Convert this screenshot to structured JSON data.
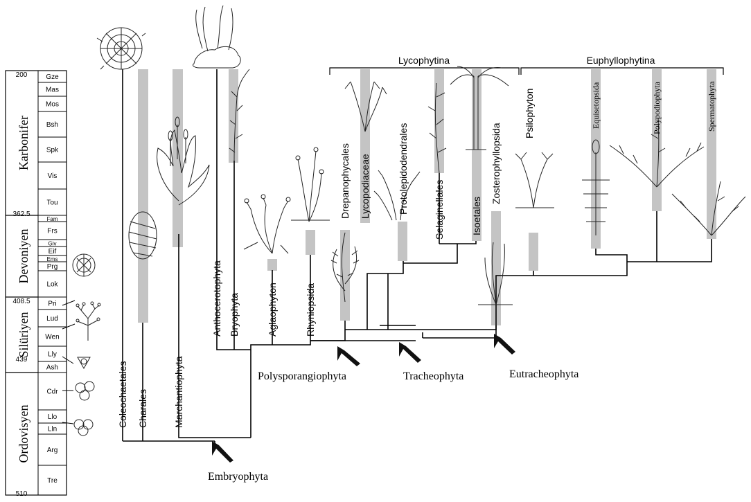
{
  "timescale": {
    "stages": [
      "Gze",
      "Mas",
      "Mos",
      "Bsh",
      "Spk",
      "Vis",
      "Tou",
      "Fam",
      "Frs",
      "Giv",
      "Eif",
      "Ems",
      "Prg",
      "Lok",
      "Pri",
      "Lud",
      "Wen",
      "Lly",
      "Ash",
      "Cdr",
      "Llo",
      "Lln",
      "Arg",
      "Tre"
    ],
    "periods": [
      "Karbonifer",
      "Devoniyen",
      "Silüriyen",
      "Ordovisyen"
    ],
    "ages": [
      "200",
      "362.5",
      "408.5",
      "439",
      "510"
    ]
  },
  "groups": [
    "Lycophytina",
    "Euphyllophytina"
  ],
  "taxa_sans": [
    "Coleochaetales",
    "Charales",
    "Marchantiophyta",
    "Anthocerotophyta",
    "Bryophyta",
    "Aglaophyton",
    "Rhyniopsida",
    "Drepanophycales",
    "Lycopodiaceae",
    "Protolepidodendrales",
    "Selaginellales",
    "Isoetales",
    "Zosterophyllopsida",
    "Psilophyton"
  ],
  "taxa_serif": [
    "Equisetopsida",
    "Polypodiophyta",
    "Spermatophyta"
  ],
  "clades": [
    "Embryophyta",
    "Polysporangiophyta",
    "Tracheophyta",
    "Eutracheophyta"
  ],
  "colors": {
    "range_bar": "#c4c4c4",
    "line": "#000000",
    "drawing": "#222222"
  }
}
